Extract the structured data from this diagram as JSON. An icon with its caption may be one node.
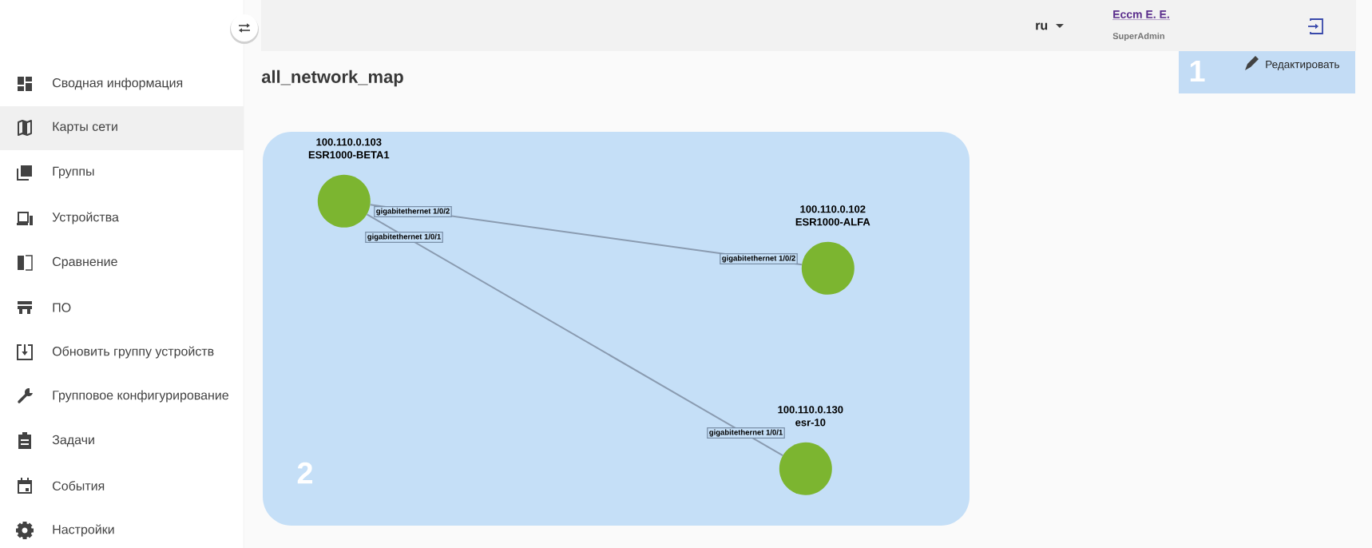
{
  "diagram": {
    "title": "all_network_map",
    "nodes": [
      {
        "text": [],
        "shape": "box"
      },
      {
        "text": [
          "100.110.0.103",
          "ESR1000-BETA1"
        ],
        "in": 0
      },
      {
        "text": [
          "100.110.0.102",
          "ESR1000-ALFA"
        ],
        "in": 0
      },
      {
        "text": [
          "100.110.0.130",
          "esr-10"
        ],
        "in": 0
      },
      {
        "text": [
          "Редактировать"
        ]
      }
    ],
    "edges": [
      {
        "from": 1,
        "to": 2,
        "arrow": "none",
        "label": "gigabitethernet 1/0/2"
      },
      {
        "from": 1,
        "to": 3,
        "arrow": "none",
        "label": "gigabitethernet 1/0/1"
      }
    ],
    "labels": [
      "Сводная информация",
      "Карты сети",
      "Группы",
      "Устройства",
      "Сравнение",
      "ПО",
      "Обновить группу устройств",
      "Групповое конфигурирование",
      "Задачи",
      "События",
      "Настройки",
      "ru",
      "Eccm E. E.",
      "SuperAdmin",
      "1",
      "2",
      "gigabitethernet 1/0/2",
      "gigabitethernet 1/0/1"
    ]
  }
}
